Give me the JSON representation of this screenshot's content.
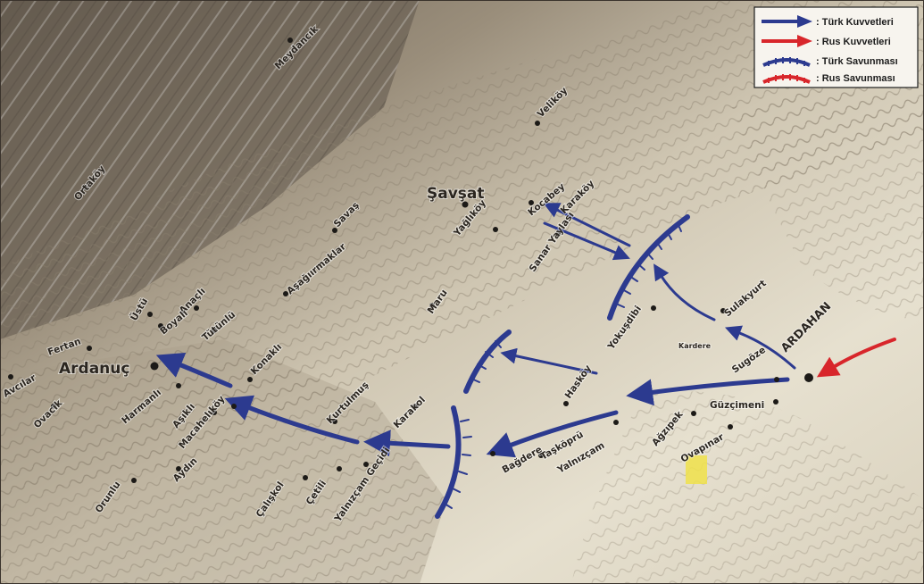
{
  "legend": {
    "turk_forces": ": Türk Kuvvetleri",
    "rus_forces": ": Rus Kuvvetleri",
    "turk_defense": ": Türk Savunması",
    "rus_defense": ": Rus Savunması"
  },
  "colors": {
    "turk": "#2c3a8f",
    "rus": "#d8262b",
    "terrain_light": "#e4ddc9",
    "terrain_mid": "#b7aa93",
    "terrain_dark": "#6b6154",
    "highlight": "#f0e24a"
  },
  "places": {
    "meydancik": "Meydancık",
    "velikoy": "Veliköy",
    "ortaki": "Ortaköy",
    "savsat": "Şavşat",
    "savas": "Savaş",
    "kocabey": "Kocabey",
    "karakoy_n": "Karaköy",
    "yagkoy": "Yağlıköy",
    "sanar": "Sanar Yaylası",
    "asagi": "Aşağıırmaklar",
    "sulakyurt": "Sulakyurt",
    "ustu": "Üstü",
    "anaci": "Anaçlı",
    "boyali": "Boyalı",
    "tutunlu": "Tütünlü",
    "fertan": "Fertan",
    "ardanuc": "Ardanuç",
    "avcilar": "Avcılar",
    "ovacik": "Ovacık",
    "konakli": "Konaklı",
    "harmanli": "Harmanlı",
    "asikli": "Aşıklı",
    "macahel": "Macahelıköy",
    "kurtulmus": "Kurtulmuş",
    "karakol": "Karakol",
    "orunlu": "Orunlu",
    "aydin": "Aydın",
    "calisko": "Çalışkol",
    "cetili": "Çetili",
    "yalnizcam_gecidi": "Yalnızçam Geçidi",
    "yokusdibi": "Yokuşdibi",
    "maru": "Maru",
    "sugoze": "Sugöze",
    "ardahan": "ARDAHAN",
    "haskoy": "Hasköy",
    "guzcimeni": "Güzçimeni",
    "agzipek": "Ağzıpek",
    "bagdere": "Bağdere",
    "tasbkopru": "Taşköprü",
    "yalnizcam": "Yalnızçam",
    "ovapinar": "Ovapınar",
    "kardere": "Kardere"
  }
}
